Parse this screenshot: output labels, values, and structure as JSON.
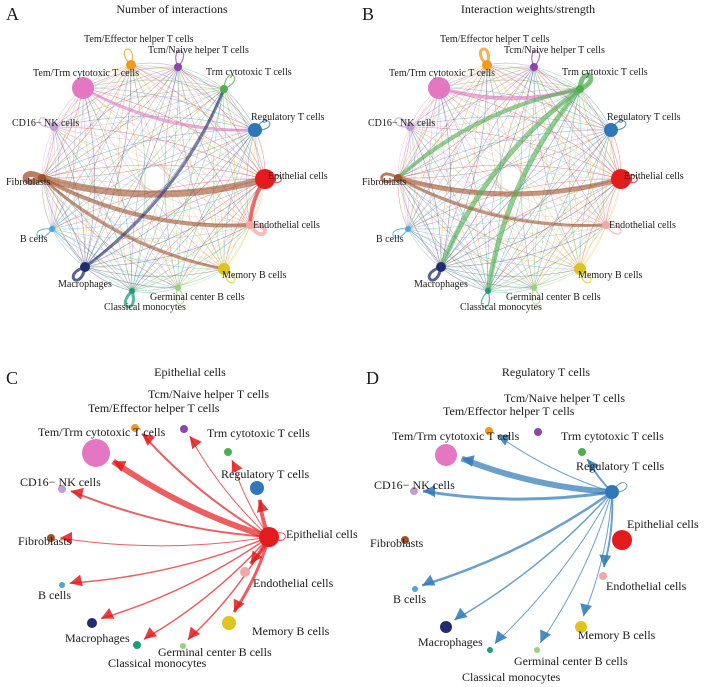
{
  "nodes": [
    {
      "id": "tem_trm_cytotoxic",
      "label": "Tem/Trm cytotoxic T cells",
      "color": "#e377c2"
    },
    {
      "id": "tem_effector_helper",
      "label": "Tem/Effector helper T cells",
      "color": "#ee9a1d"
    },
    {
      "id": "tcm_naive_helper",
      "label": "Tcm/Naive helper T cells",
      "color": "#8e44ad"
    },
    {
      "id": "trm_cytotoxic",
      "label": "Trm cytotoxic T cells",
      "color": "#4caf50"
    },
    {
      "id": "regulatory_t",
      "label": "Regulatory T cells",
      "color": "#2e78b7"
    },
    {
      "id": "epithelial",
      "label": "Epithelial cells",
      "color": "#e41a1c"
    },
    {
      "id": "endothelial",
      "label": "Endothelial cells",
      "color": "#f4a6a6"
    },
    {
      "id": "memory_b",
      "label": "Memory B cells",
      "color": "#e0c31e"
    },
    {
      "id": "germinal_center_b",
      "label": "Germinal center B cells",
      "color": "#98d37a"
    },
    {
      "id": "classical_monocytes",
      "label": "Classical monocytes",
      "color": "#1e9e78"
    },
    {
      "id": "macrophages",
      "label": "Macrophages",
      "color": "#1f2d6e"
    },
    {
      "id": "b_cells",
      "label": "B cells",
      "color": "#4da6d8"
    },
    {
      "id": "fibroblasts",
      "label": "Fibroblasts",
      "color": "#a0522d"
    },
    {
      "id": "cd16_nk",
      "label": "CD16− NK cells",
      "color": "#c39bd3"
    }
  ],
  "panels": {
    "A": {
      "letter": "A",
      "title": "Number of interactions"
    },
    "B": {
      "letter": "B",
      "title": "Interaction weights/strength"
    },
    "C": {
      "letter": "C",
      "title": "Epithelial cells",
      "source": "epithelial",
      "out_edges": {
        "tem_trm_cytotoxic": 6,
        "tem_effector_helper": 2,
        "tcm_naive_helper": 1,
        "trm_cytotoxic": 1,
        "regulatory_t": 4,
        "cd16_nk": 2,
        "fibroblasts": 1,
        "endothelial": 4,
        "memory_b": 3,
        "germinal_center_b": 1.5,
        "classical_monocytes": 1.5,
        "macrophages": 1.5,
        "b_cells": 1.5,
        "epithelial": 1
      }
    },
    "D": {
      "letter": "D",
      "title": "Regulatory T cells",
      "source": "regulatory_t",
      "out_edges": {
        "tem_trm_cytotoxic": 6,
        "tem_effector_helper": 1,
        "trm_cytotoxic": 2,
        "cd16_nk": 3,
        "endothelial": 2,
        "memory_b": 1,
        "germinal_center_b": 1,
        "classical_monocytes": 1,
        "macrophages": 1.5,
        "b_cells": 2.5,
        "regulatory_t": 1
      }
    }
  },
  "network_summary": {
    "A_strong_edges": [
      [
        "fibroblasts",
        "epithelial",
        7
      ],
      [
        "fibroblasts",
        "endothelial",
        4
      ],
      [
        "epithelial",
        "endothelial",
        4
      ],
      [
        "tem_trm_cytotoxic",
        "regulatory_t",
        3
      ],
      [
        "fibroblasts",
        "memory_b",
        3
      ],
      [
        "macrophages",
        "trm_cytotoxic",
        3
      ]
    ],
    "B_strong_edges": [
      [
        "fibroblasts",
        "epithelial",
        5
      ],
      [
        "trm_cytotoxic",
        "macrophages",
        5
      ],
      [
        "trm_cytotoxic",
        "classical_monocytes",
        5
      ],
      [
        "tem_trm_cytotoxic",
        "trm_cytotoxic",
        4
      ],
      [
        "trm_cytotoxic",
        "fibroblasts",
        4
      ],
      [
        "fibroblasts",
        "endothelial",
        3
      ]
    ],
    "A_self_loops": [
      "tem_effector_helper",
      "tcm_naive_helper",
      "trm_cytotoxic",
      "regulatory_t",
      "epithelial",
      "endothelial",
      "memory_b",
      "germinal_center_b",
      "classical_monocytes",
      "macrophages",
      "b_cells",
      "fibroblasts",
      "cd16_nk"
    ],
    "B_self_loops": [
      "tem_effector_helper",
      "tcm_naive_helper",
      "trm_cytotoxic",
      "regulatory_t",
      "epithelial",
      "endothelial",
      "memory_b",
      "germinal_center_b",
      "classical_monocytes",
      "macrophages",
      "b_cells",
      "fibroblasts",
      "cd16_nk"
    ]
  }
}
